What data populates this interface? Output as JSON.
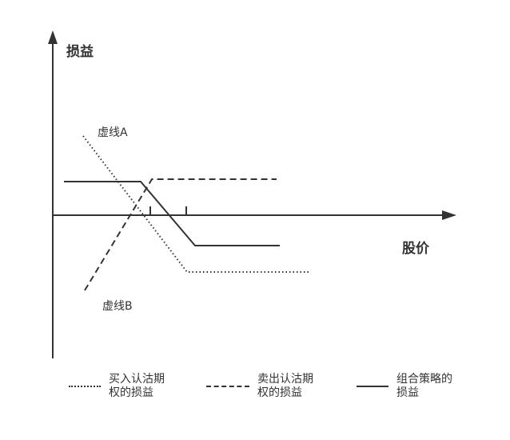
{
  "chart_data": {
    "type": "line",
    "title": "",
    "xlabel": "股价",
    "ylabel": "损益",
    "grid": false,
    "legend_position": "bottom",
    "annotations": [
      {
        "text": "虚线A",
        "refers_to": "买入认沽期权的损益"
      },
      {
        "text": "虚线B",
        "refers_to": "卖出认沽期权的损益"
      }
    ],
    "x_ticks": [
      "strike_low",
      "strike_high"
    ],
    "series": [
      {
        "name": "买入认沽期权的损益",
        "style": "dotted",
        "points": [
          [
            104,
            170
          ],
          [
            234,
            340
          ],
          [
            386,
            340
          ]
        ]
      },
      {
        "name": "卖出认沽期权的损益",
        "style": "dashed",
        "points": [
          [
            106,
            363
          ],
          [
            190,
            224
          ],
          [
            346,
            224
          ]
        ]
      },
      {
        "name": "组合策略的损益",
        "style": "solid",
        "points": [
          [
            80,
            227
          ],
          [
            176,
            227
          ],
          [
            244,
            307
          ],
          [
            350,
            307
          ]
        ]
      }
    ]
  },
  "axes": {
    "y_label": "损益",
    "x_label": "股价"
  },
  "annotations": {
    "line_a": "虚线A",
    "line_b": "虚线B"
  },
  "legend": [
    {
      "style": "dotted",
      "line1": "买入认沽期",
      "line2": "权的损益"
    },
    {
      "style": "dashed",
      "line1": "卖出认沽期",
      "line2": "权的损益"
    },
    {
      "style": "solid",
      "line1": "组合策略的",
      "line2": "损益"
    }
  ],
  "colors": {
    "line": "#333333",
    "background": "#ffffff"
  }
}
